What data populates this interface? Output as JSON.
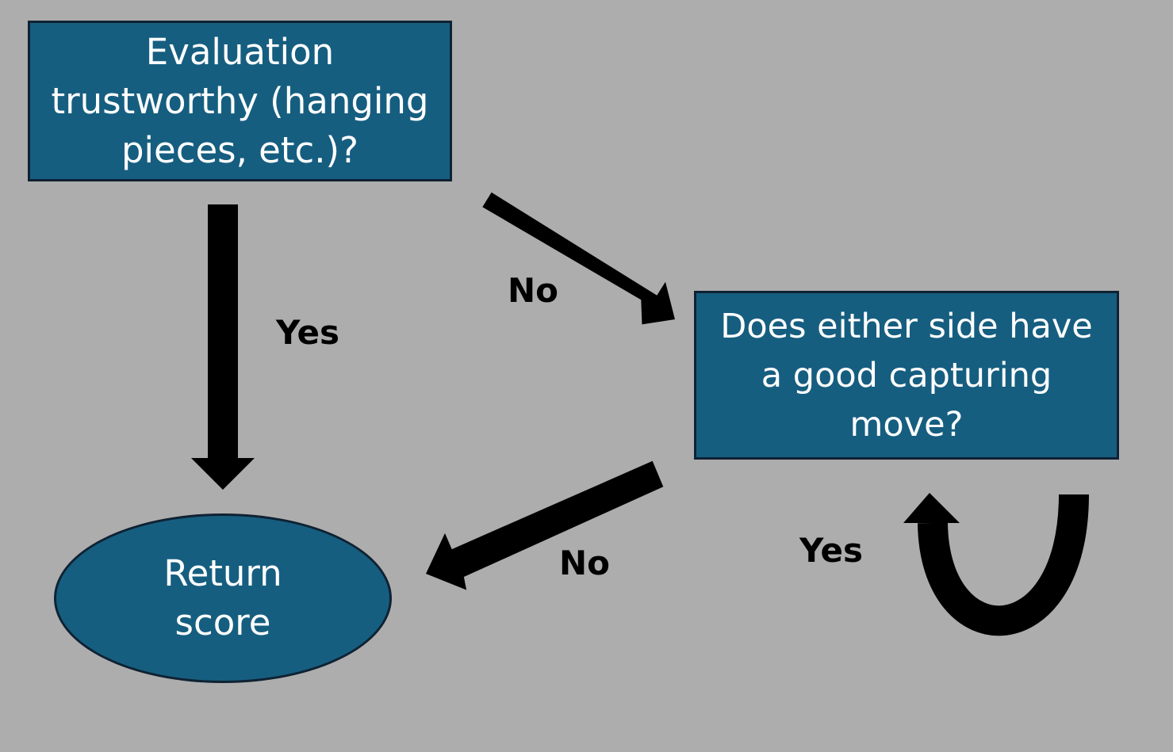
{
  "nodes": {
    "evaluation": {
      "label": "Evaluation\ntrustworthy (hanging\npieces, etc.)?"
    },
    "capture": {
      "label": "Does either side have\na good capturing\nmove?"
    },
    "return": {
      "label": "Return\nscore"
    }
  },
  "edges": {
    "eval_to_return": {
      "label": "Yes"
    },
    "eval_to_capture": {
      "label": "No"
    },
    "capture_to_return": {
      "label": "No"
    },
    "capture_loop": {
      "label": "Yes"
    }
  },
  "colors": {
    "background": "#adadad",
    "node_fill": "#165e80",
    "node_border": "#0f2233",
    "arrow": "#000000",
    "text": "#ffffff"
  }
}
